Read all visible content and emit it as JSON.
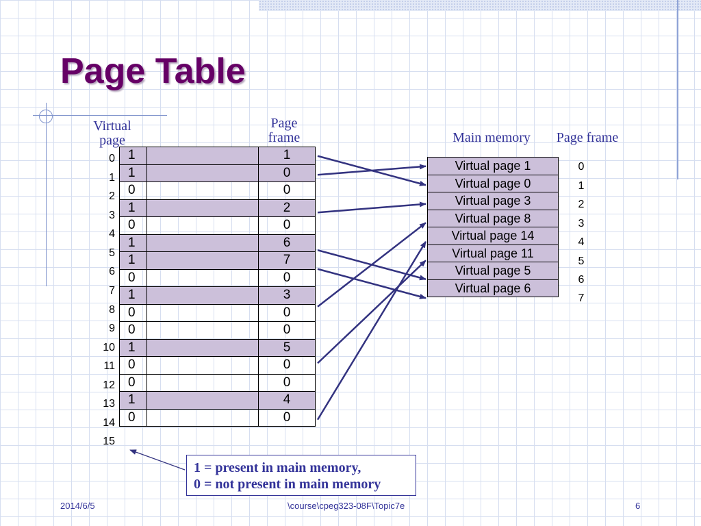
{
  "title": "Page Table",
  "headers": {
    "virtual_page": "Virtual page",
    "page_frame_left": "Page frame",
    "main_memory": "Main memory",
    "page_frame_right": "Page frame"
  },
  "page_table": [
    {
      "index": "0",
      "valid": "1",
      "frame": "1"
    },
    {
      "index": "1",
      "valid": "1",
      "frame": "0"
    },
    {
      "index": "2",
      "valid": "0",
      "frame": "0"
    },
    {
      "index": "3",
      "valid": "1",
      "frame": "2"
    },
    {
      "index": "4",
      "valid": "0",
      "frame": "0"
    },
    {
      "index": "5",
      "valid": "1",
      "frame": "6"
    },
    {
      "index": "6",
      "valid": "1",
      "frame": "7"
    },
    {
      "index": "7",
      "valid": "0",
      "frame": "0"
    },
    {
      "index": "8",
      "valid": "1",
      "frame": "3"
    },
    {
      "index": "9",
      "valid": "0",
      "frame": "0"
    },
    {
      "index": "10",
      "valid": "0",
      "frame": "0"
    },
    {
      "index": "11",
      "valid": "1",
      "frame": "5"
    },
    {
      "index": "12",
      "valid": "0",
      "frame": "0"
    },
    {
      "index": "13",
      "valid": "0",
      "frame": "0"
    },
    {
      "index": "14",
      "valid": "1",
      "frame": "4"
    },
    {
      "index": "15",
      "valid": "0",
      "frame": "0"
    }
  ],
  "main_memory": [
    {
      "label": "Virtual page 1",
      "frame": "0"
    },
    {
      "label": "Virtual page 0",
      "frame": "1"
    },
    {
      "label": "Virtual page 3",
      "frame": "2"
    },
    {
      "label": "Virtual page 8",
      "frame": "3"
    },
    {
      "label": "Virtual page 14",
      "frame": "4"
    },
    {
      "label": "Virtual page 11",
      "frame": "5"
    },
    {
      "label": "Virtual page 5",
      "frame": "6"
    },
    {
      "label": "Virtual page 6",
      "frame": "7"
    }
  ],
  "legend": {
    "line1": "1 = present in main memory,",
    "line2": "0 = not present in main memory"
  },
  "footer": {
    "date": "2014/6/5",
    "path": "\\course\\cpeg323-08F\\Topic7e",
    "page": "6"
  },
  "colors": {
    "title": "#660066",
    "accent": "#333399",
    "cell_fill": "#ccc0da",
    "arrow": "#333380"
  }
}
